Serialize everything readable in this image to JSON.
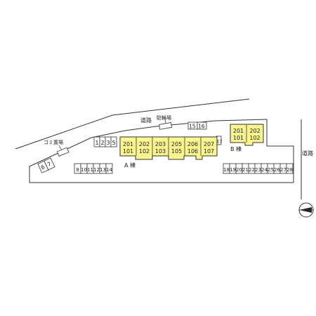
{
  "labels": {
    "road_top": "道路",
    "road_right": "道路",
    "bicycle_parking": "駐輪場",
    "garbage_area": "ゴミ置場",
    "building_a": "A 棟",
    "building_b": "B 棟"
  },
  "building_a_units": [
    {
      "upper": "201",
      "lower": "101"
    },
    {
      "upper": "202",
      "lower": "102"
    },
    {
      "upper": "203",
      "lower": "103"
    },
    {
      "upper": "205",
      "lower": "105"
    },
    {
      "upper": "206",
      "lower": "106"
    },
    {
      "upper": "207",
      "lower": "107"
    }
  ],
  "building_b_units": [
    {
      "upper": "201",
      "lower": "101"
    },
    {
      "upper": "202",
      "lower": "102"
    }
  ],
  "parking": {
    "group_1_2_3_5": [
      "1",
      "2",
      "3",
      "5"
    ],
    "group_15_16": [
      "15",
      "16"
    ],
    "group_17": [
      "17"
    ],
    "group_6_7": [
      "6",
      "7"
    ],
    "group_8_14": [
      "8",
      "10",
      "11",
      "12",
      "13",
      "14"
    ],
    "group_18_28": [
      "18",
      "19",
      "20",
      "21",
      "22",
      "23",
      "24",
      "25",
      "26",
      "27",
      "28"
    ]
  },
  "colors": {
    "building_fill": "#fbf58f",
    "line": "#333333"
  }
}
